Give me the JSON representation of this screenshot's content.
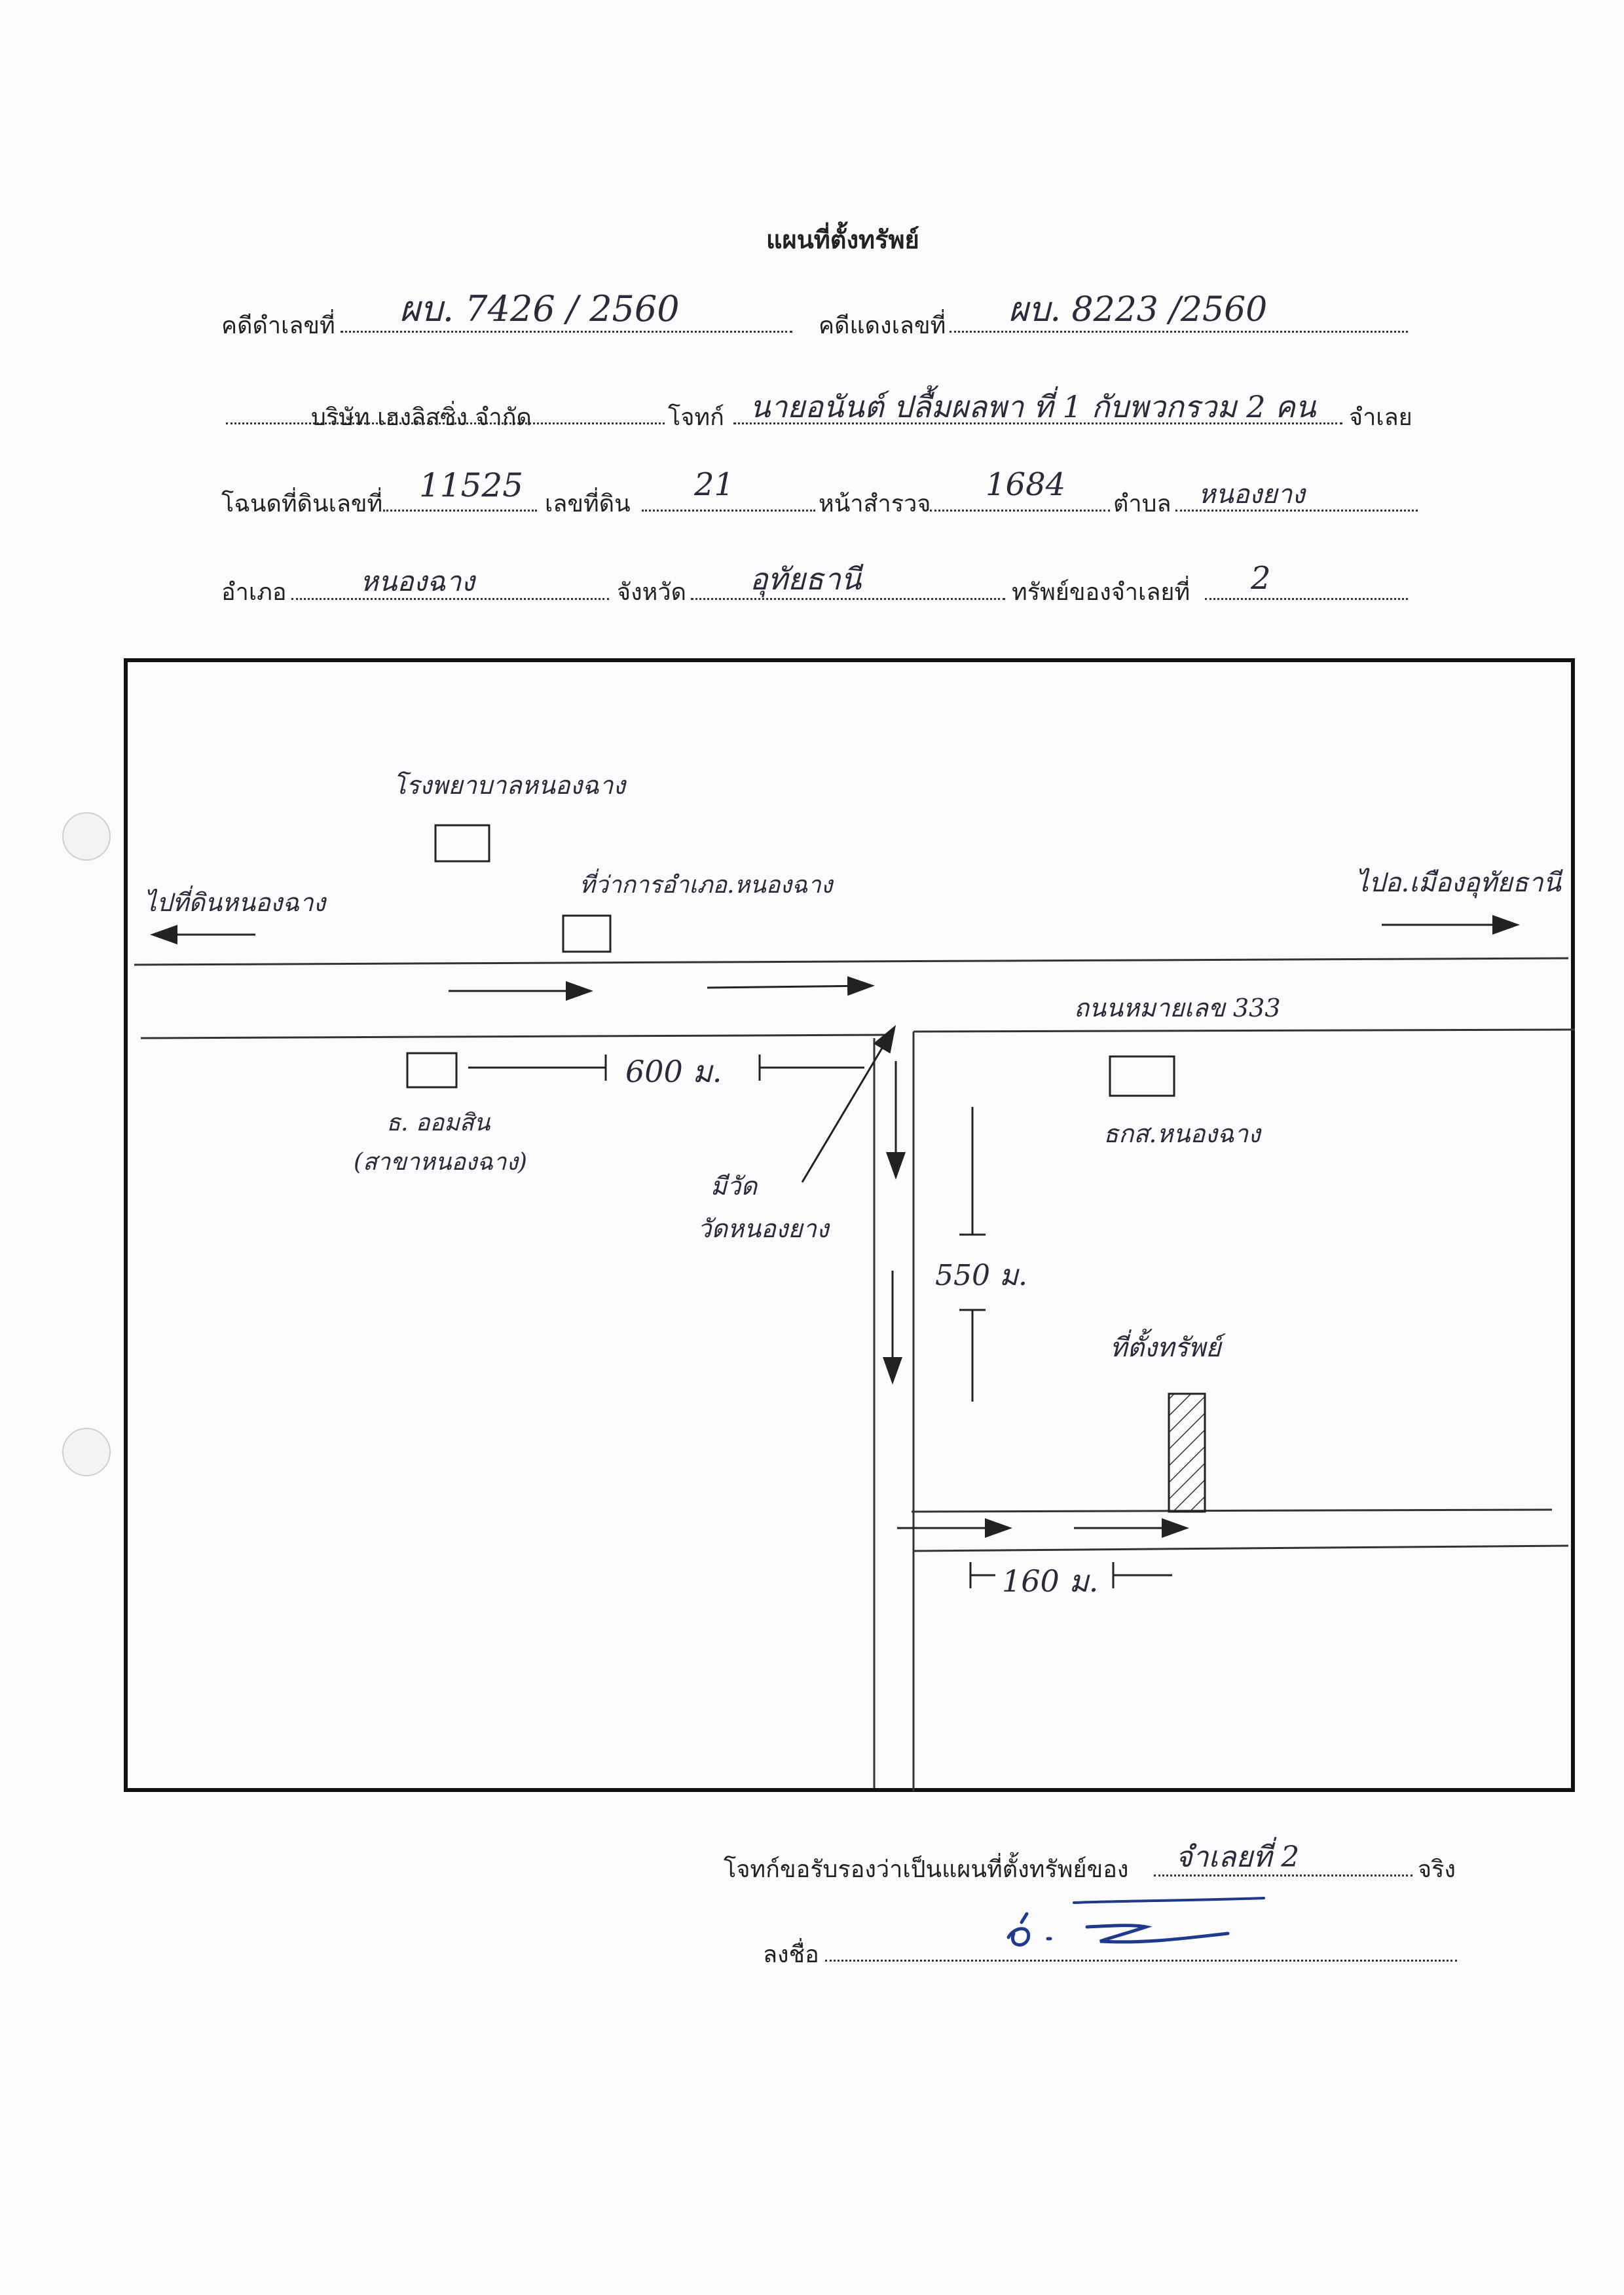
{
  "title": "แผนที่ตั้งทรัพย์",
  "form": {
    "black_case_label": "คดีดำเลขที่",
    "black_case_value": "ผบ. 7426 / 2560",
    "red_case_label": "คดีแดงเลขที่",
    "red_case_value": "ผบ. 8223 /2560",
    "company": "บริษัท เฮงลิสซิ่ง จำกัด",
    "plaintiff_label": "โจทก์",
    "defendant_value": "นายอนันต์ ปลื้มผลพา ที่ 1 กับพวกรวม 2 คน",
    "defendant_label": "จำเลย",
    "deed_label": "โฉนดที่ดินเลขที่",
    "deed_value": "11525",
    "land_no_label": "เลขที่ดิน",
    "land_no_value": "21",
    "survey_label": "หน้าสำรวจ",
    "survey_value": "1684",
    "subdistrict_label": "ตำบล",
    "subdistrict_value": "หนองยาง",
    "district_label": "อำเภอ",
    "district_value": "หนองฉาง",
    "province_label": "จังหวัด",
    "province_value": "อุทัยธานี",
    "asset_label": "ทรัพย์ของจำเลยที่",
    "asset_value": "2"
  },
  "map": {
    "hospital": "โรงพยาบาลหนองฉาง",
    "to_left": "ไปที่ดินหนองฉาง",
    "district_office": "ที่ว่าการอำเภอ.หนองฉาง",
    "to_right": "ไปอ.เมืองอุทัยธานี",
    "highway": "ถนนหมายเลข 333",
    "dist_600": "600 ม.",
    "gas_station": "ธ. ออมสิน",
    "gas_station_sub": "(สาขาหนองฉาง)",
    "temple": "วัดหนองยาง",
    "temple_prefix": "มีวัด",
    "bank": "ธกส.หนองฉาง",
    "dist_550": "550 ม.",
    "property": "ที่ตั้งทรัพย์",
    "dist_160": "160 ม."
  },
  "footer": {
    "certify_label": "โจทก์ขอรับรองว่าเป็นแผนที่ตั้งทรัพย์ของ",
    "certify_value": "จำเลยที่ 2",
    "certify_end": "จริง",
    "sign_label": "ลงชื่อ",
    "signature_color": "#1f3a8a"
  }
}
